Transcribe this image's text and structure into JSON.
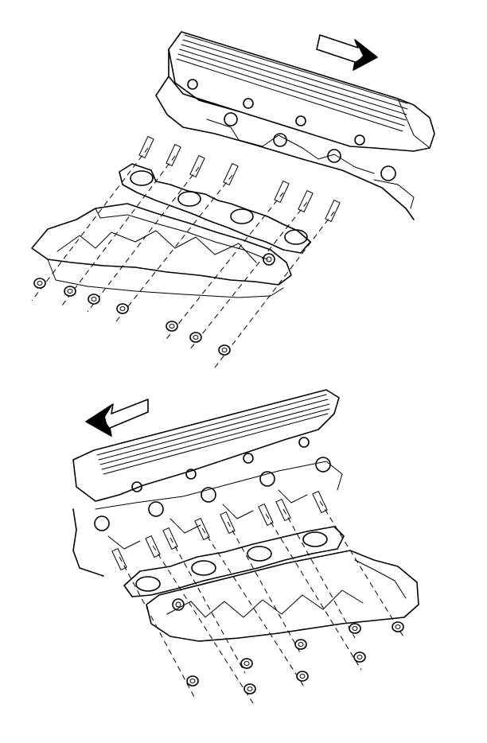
{
  "figure": {
    "views": [
      {
        "id": "upper",
        "direction_arrow": "right",
        "bolt_count": 7,
        "nut_count": 7,
        "port_count": 4
      },
      {
        "id": "lower",
        "direction_arrow": "left",
        "bolt_count": 8,
        "nut_count": 8,
        "port_count": 4
      }
    ]
  },
  "colors": {
    "ink": "#000000",
    "paper": "#ffffff"
  }
}
